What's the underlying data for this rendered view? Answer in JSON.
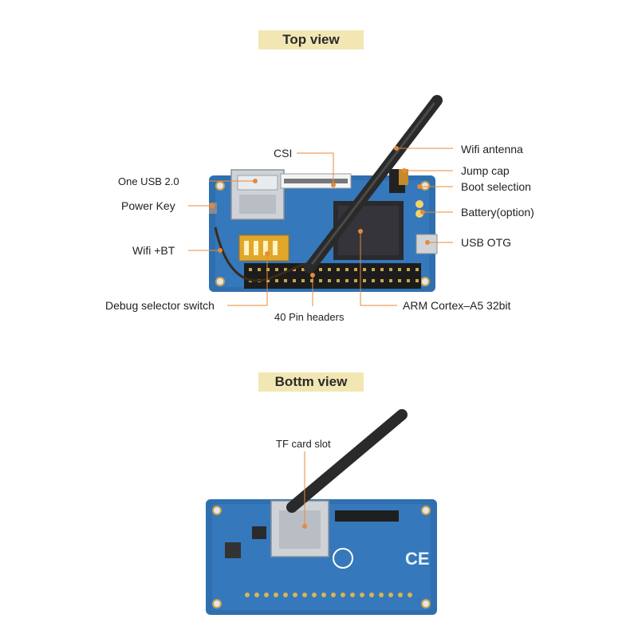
{
  "sections": {
    "top_title": "Top view",
    "bottom_title": "Bottm view"
  },
  "callouts": {
    "csi": "CSI",
    "wifi_antenna": "Wifi antenna",
    "jump_cap": "Jump cap",
    "boot_selection": "Boot selection",
    "battery": "Battery(option)",
    "usb_otg": "USB OTG",
    "one_usb": "One USB 2.0",
    "power_key": "Power Key",
    "wifi_bt": "Wifi +BT",
    "debug_switch": "Debug selector switch",
    "pin_headers": "40 Pin headers",
    "arm_cortex": "ARM Cortex–A5 32bit",
    "tf_slot": "TF card slot"
  },
  "colors": {
    "pcb": "#2f6fb0",
    "pcb_light": "#4a8ed0",
    "leader": "#e8883a",
    "banner": "#f2e7b3"
  }
}
